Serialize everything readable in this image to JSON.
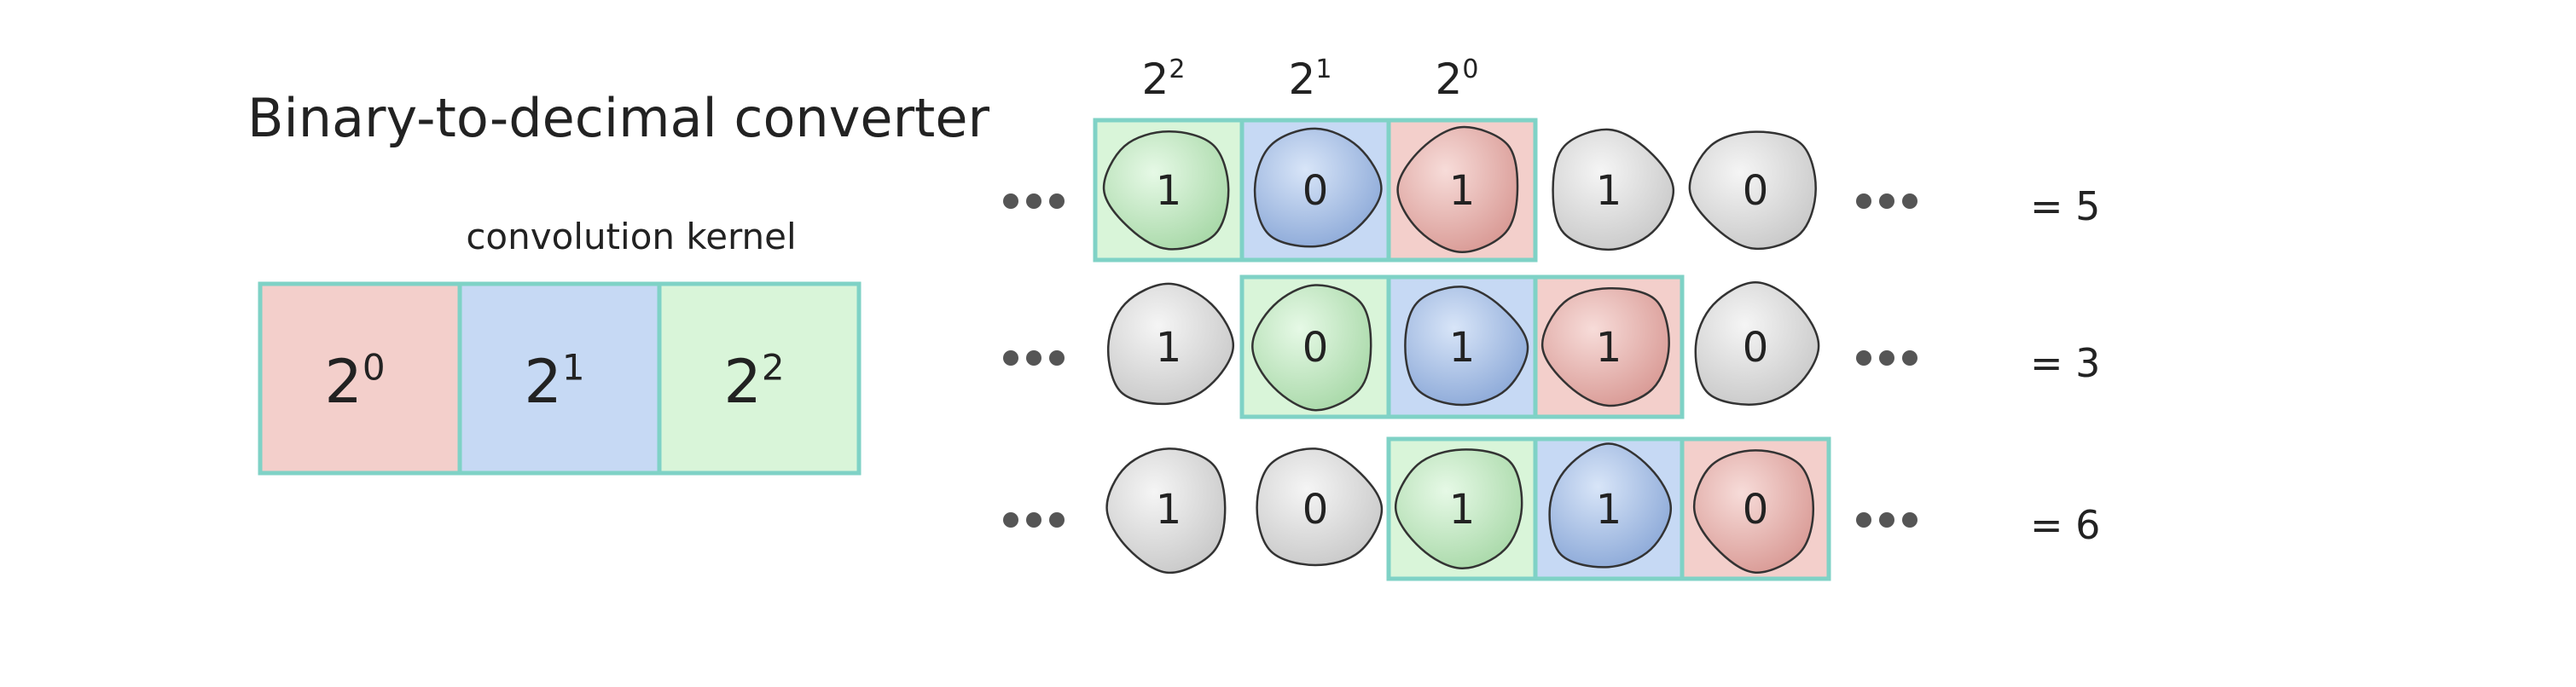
{
  "title": "Binary-to-decimal converter",
  "kernel": {
    "label": "convolution kernel",
    "cells": [
      {
        "base": "2",
        "exp": "0",
        "color": "red"
      },
      {
        "base": "2",
        "exp": "1",
        "color": "blue"
      },
      {
        "base": "2",
        "exp": "2",
        "color": "green"
      }
    ]
  },
  "column_headers": [
    {
      "base": "2",
      "exp": "2"
    },
    {
      "base": "2",
      "exp": "1"
    },
    {
      "base": "2",
      "exp": "0"
    }
  ],
  "ellipsis": "•••",
  "rows": [
    {
      "bits": [
        "1",
        "0",
        "1",
        "1",
        "0"
      ],
      "window_start": 0,
      "result": "= 5"
    },
    {
      "bits": [
        "1",
        "0",
        "1",
        "1",
        "0"
      ],
      "window_start": 1,
      "result": "= 3"
    },
    {
      "bits": [
        "1",
        "0",
        "1",
        "1",
        "0"
      ],
      "window_start": 2,
      "result": "= 6"
    }
  ],
  "colors": {
    "red": "#f3cfcb",
    "blue": "#c6d9f4",
    "green": "#d9f5d9",
    "border": "#7fd2c6",
    "grey_light": "#f5f5f5",
    "grey_dark": "#c9c9c9",
    "red_dark": "#d99a95",
    "blue_dark": "#8ca9d8",
    "green_dark": "#a9d9a9"
  }
}
